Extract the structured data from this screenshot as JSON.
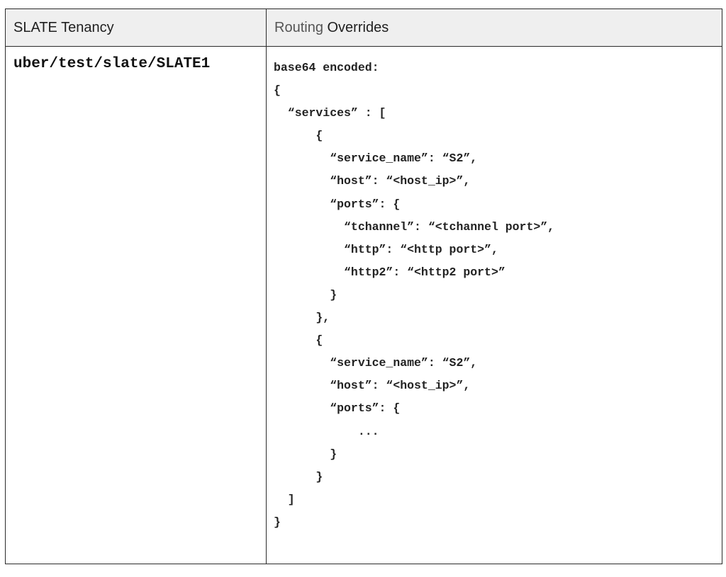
{
  "table": {
    "headers": {
      "tenancy": "SLATE Tenancy",
      "routing_word": "Routing",
      "overrides_word": "Overrides"
    },
    "row": {
      "tenancy": "uber/test/slate/SLATE1",
      "code_lines": [
        "base64 encoded:",
        "{",
        "  “services” : [",
        "      {",
        "        “service_name”: “S2”,",
        "        “host”: “<host_ip>”,",
        "        “ports”: {",
        "          “tchannel”: “<tchannel port>”,",
        "          “http”: “<http port>”,",
        "          “http2”: “<http2 port>”",
        "        }",
        "      },",
        "      {",
        "        “service_name”: “S2”,",
        "        “host”: “<host_ip>”,",
        "        “ports”: {",
        "            ...",
        "        }",
        "      }",
        "  ]",
        "}"
      ]
    }
  }
}
